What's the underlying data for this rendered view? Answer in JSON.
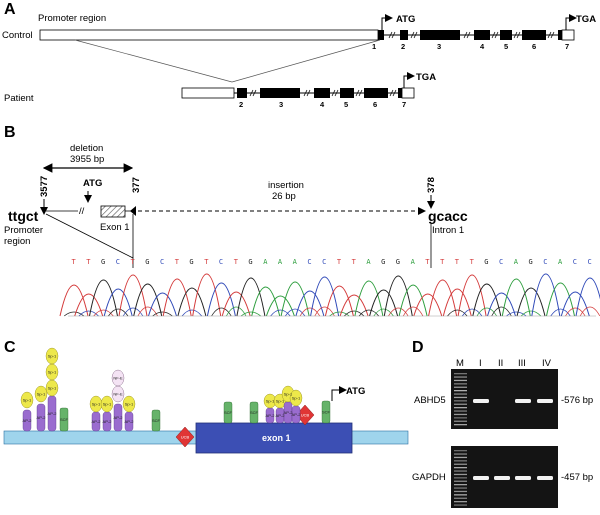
{
  "panels": {
    "a": {
      "label": "A",
      "promoter_region": "Promoter region",
      "control": "Control",
      "patient": "Patient",
      "atg": "ATG",
      "tga": "TGA",
      "control_exons": [
        "1",
        "2",
        "3",
        "4",
        "5",
        "6",
        "7"
      ],
      "patient_exons": [
        "2",
        "3",
        "4",
        "5",
        "6",
        "7"
      ]
    },
    "b": {
      "label": "B",
      "deletion": "deletion",
      "deletion_size": "3955 bp",
      "insertion": "insertion",
      "insertion_size": "26 bp",
      "pos_3577": "3577",
      "pos_377": "377",
      "pos_378": "378",
      "atg": "ATG",
      "exon1": "Exon 1",
      "left_seq": "ttgct",
      "right_seq": "gcacc",
      "promoter_1": "Promoter",
      "promoter_2": "region",
      "intron1": "Intron 1",
      "sequence": [
        "T",
        "T",
        "G",
        "C",
        "T",
        "G",
        "C",
        "T",
        "G",
        "T",
        "C",
        "T",
        "G",
        "A",
        "A",
        "A",
        "C",
        "C",
        "T",
        "T",
        "A",
        "G",
        "G",
        "A",
        "T",
        "T",
        "T",
        "T",
        "G",
        "C",
        "A",
        "G",
        "C",
        "A",
        "C",
        "C"
      ],
      "base_colors": {
        "A": "#2e9e3e",
        "C": "#2f49b8",
        "G": "#222222",
        "T": "#d43a3a"
      }
    },
    "c": {
      "label": "C",
      "exon1": "exon 1",
      "atg": "ATG",
      "sites": {
        "sp1": "Sp-1",
        "ap2": "AP-2",
        "scf": "SCF",
        "ucb": "UCB",
        "nf": "NF-E"
      }
    },
    "d": {
      "label": "D",
      "lanes": [
        "M",
        "I",
        "II",
        "III",
        "IV"
      ],
      "gene1": "ABHD5",
      "gene1_size": "-576 bp",
      "gene2": "GAPDH",
      "gene2_size": "-457 bp",
      "abhd5_present": [
        1,
        0,
        1,
        1
      ],
      "gapdh_present": [
        1,
        1,
        1,
        1
      ]
    }
  }
}
